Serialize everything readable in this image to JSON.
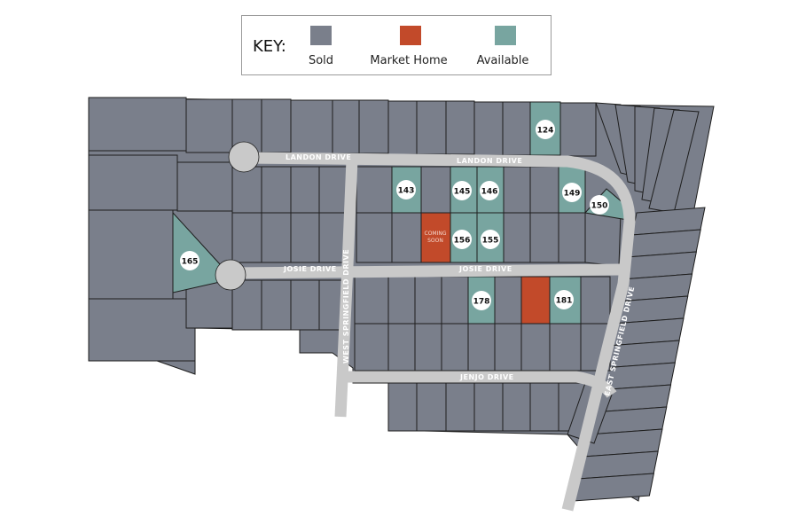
{
  "key": {
    "title": "KEY:",
    "items": [
      {
        "label": "Sold",
        "color": "#7a7f8b"
      },
      {
        "label": "Market Home",
        "color": "#c24a2a"
      },
      {
        "label": "Available",
        "color": "#78a5a0"
      }
    ]
  },
  "roads": {
    "landon_west": "LANDON DRIVE",
    "landon_east": "LANDON DRIVE",
    "josie_west": "JOSIE DRIVE",
    "josie_east": "JOSIE DRIVE",
    "west_springfield": "WEST SPRINGFIELD DRIVE",
    "east_springfield": "EAST SPRINGFIELD DRIVE",
    "jenjo": "JENJO DRIVE"
  },
  "available_lots": [
    "124",
    "143",
    "145",
    "146",
    "149",
    "150",
    "156",
    "155",
    "165",
    "178",
    "181"
  ],
  "coming_soon": {
    "line1": "COMING",
    "line2": "SOON"
  },
  "colors": {
    "road": "#c9c9c9",
    "lot_border": "#1e1e1e"
  }
}
